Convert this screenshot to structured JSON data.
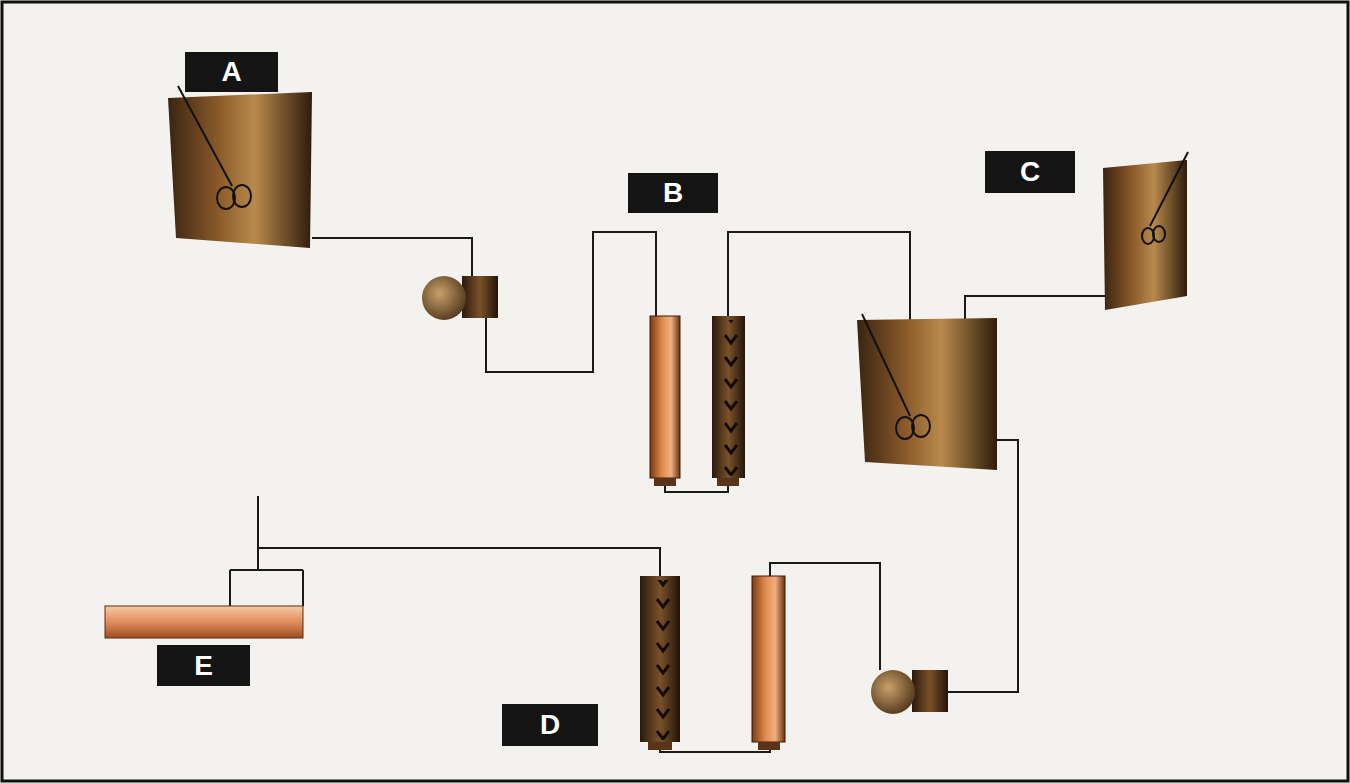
{
  "diagram": {
    "nodes": [
      {
        "text": [
          "A"
        ]
      },
      {
        "text": [
          "B"
        ]
      },
      {
        "text": [
          "C"
        ]
      },
      {
        "text": [
          "E"
        ]
      },
      {
        "text": [
          "D"
        ]
      }
    ]
  }
}
